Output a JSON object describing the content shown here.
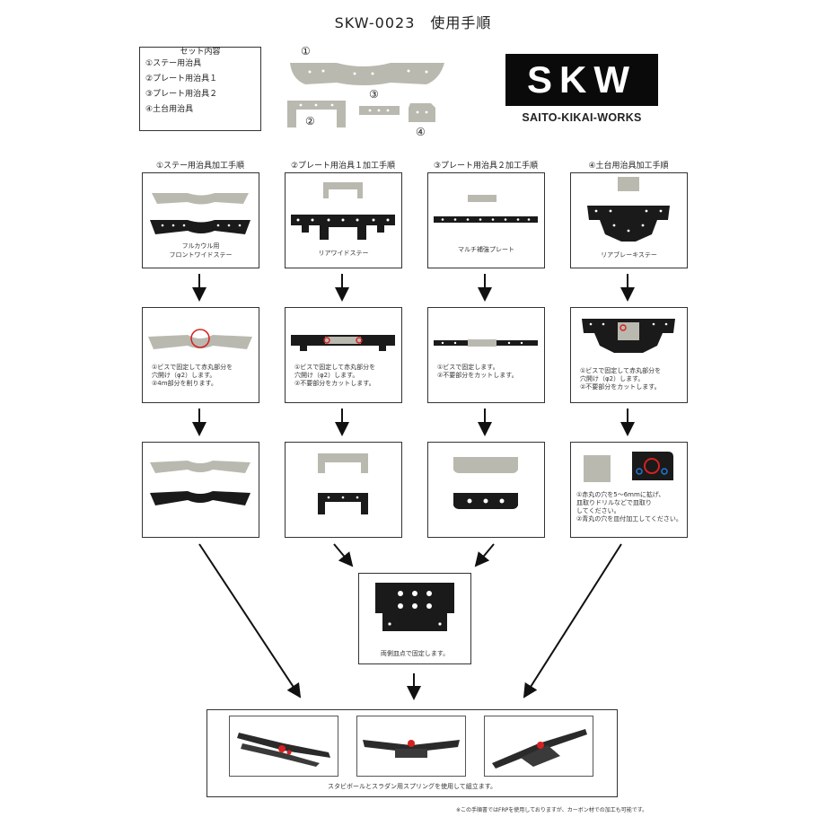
{
  "title": "SKW-0023　使用手順",
  "set_contents": {
    "legend": "セット内容",
    "items": [
      "①ステー用治具",
      "②プレート用治具１",
      "③プレート用治具２",
      "④土台用治具"
    ]
  },
  "kit_labels": [
    "①",
    "②",
    "③",
    "④"
  ],
  "logo": {
    "text": "SKW",
    "subtitle": "SAITO-KIKAI-WORKS"
  },
  "columns": [
    {
      "heading": "①ステー用治具加工手順",
      "step1_caption": [
        "フルカウル用",
        "フロントワイドステー"
      ],
      "step2_caption": [
        "①ビスで固定して赤丸部分を",
        "穴開け（φ2）します。",
        "②4m部分を削ります。"
      ]
    },
    {
      "heading": "②プレート用治具１加工手順",
      "step1_caption": [
        "リアワイドステー"
      ],
      "step2_caption": [
        "①ビスで固定して赤丸部分を",
        "穴開け（φ2）します。",
        "②不要部分をカットします。"
      ]
    },
    {
      "heading": "③プレート用治具２加工手順",
      "step1_caption": [
        "マルチ補強プレート"
      ],
      "step2_caption": [
        "①ビスで固定します。",
        "②不要部分をカットします。"
      ]
    },
    {
      "heading": "④土台用治具加工手順",
      "step1_caption": [
        "リアブレーキステー"
      ],
      "step2_caption": [
        "①ビスで固定して赤丸部分を",
        "穴開け（φ2）します。",
        "②不要部分をカットします。"
      ],
      "step3_caption": [
        "①赤丸の穴を5～6mmに拡げ、",
        "皿取りドリルなどで皿取り",
        "してください。",
        "②青丸の穴を皿付加工してください。"
      ]
    }
  ],
  "assembly_caption": "両側皿点で固定します。",
  "final_caption": "スタビボールとスラダン用スプリングを使用して組立ます。",
  "footnote": "※この手順書ではFRPを使用しておりますが、カーボン材での加工も可能です。",
  "colors": {
    "frp_black": "#1a1a1a",
    "jig_gray": "#b9b9b0",
    "accent_red": "#d62020",
    "border": "#333333"
  }
}
